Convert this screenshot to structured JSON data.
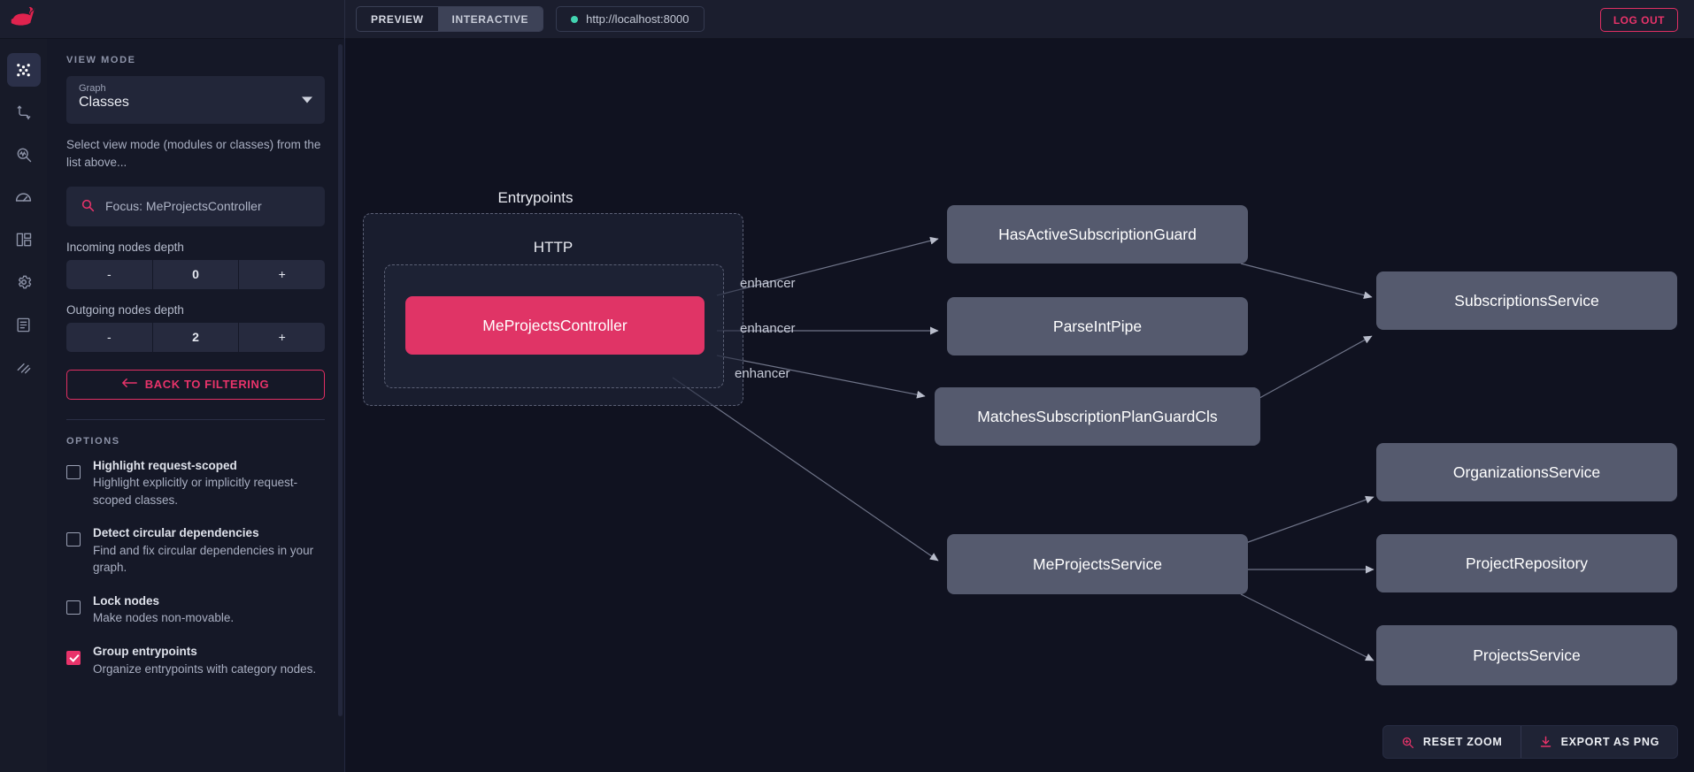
{
  "topbar": {
    "logo_icon": "nestjs-logo",
    "segments": [
      {
        "label": "PREVIEW",
        "active": false
      },
      {
        "label": "INTERACTIVE",
        "active": true
      }
    ],
    "url": "http://localhost:8000",
    "status_dot_color": "#42d3b0",
    "logout_label": "LOG OUT"
  },
  "rail": {
    "items": [
      {
        "icon": "graph-nodes-icon",
        "active": true
      },
      {
        "icon": "routes-icon",
        "active": false
      },
      {
        "icon": "inspect-analyze-icon",
        "active": false
      },
      {
        "icon": "gauge-icon",
        "active": false
      },
      {
        "icon": "modules-icon",
        "active": false
      },
      {
        "icon": "gear-icon",
        "active": false
      },
      {
        "icon": "document-icon",
        "active": false
      },
      {
        "icon": "layers-icon",
        "active": false
      }
    ]
  },
  "sidebar": {
    "view_mode_label": "VIEW MODE",
    "graph_select": {
      "label": "Graph",
      "value": "Classes"
    },
    "helper_text": "Select view mode (modules or classes) from the list above...",
    "focus": {
      "icon": "search-icon",
      "text": "Focus: MeProjectsController"
    },
    "incoming": {
      "label": "Incoming nodes depth",
      "minus": "-",
      "value": "0",
      "plus": "+"
    },
    "outgoing": {
      "label": "Outgoing nodes depth",
      "minus": "-",
      "value": "2",
      "plus": "+"
    },
    "back_button": {
      "icon": "arrow-left-icon",
      "label": "BACK TO FILTERING"
    },
    "options_label": "OPTIONS",
    "options": [
      {
        "title": "Highlight request-scoped",
        "desc": "Highlight explicitly or implicitly request-scoped classes.",
        "checked": false
      },
      {
        "title": "Detect circular dependencies",
        "desc": "Find and fix circular dependencies in your graph.",
        "checked": false
      },
      {
        "title": "Lock nodes",
        "desc": "Make nodes non-movable.",
        "checked": false
      },
      {
        "title": "Group entrypoints",
        "desc": "Organize entrypoints with category nodes.",
        "checked": true
      }
    ]
  },
  "graph": {
    "accent_color": "#e03466",
    "node_color": "#555a6e",
    "groups": [
      {
        "title": "Entrypoints"
      },
      {
        "title": "HTTP"
      }
    ],
    "nodes": [
      {
        "id": "MeProjectsController",
        "label": "MeProjectsController",
        "focus": true
      },
      {
        "id": "HasActiveSubscriptionGuard",
        "label": "HasActiveSubscriptionGuard",
        "focus": false
      },
      {
        "id": "ParseIntPipe",
        "label": "ParseIntPipe",
        "focus": false
      },
      {
        "id": "MatchesSubscriptionPlanGuardCls",
        "label": "MatchesSubscriptionPlanGuardCls",
        "focus": false
      },
      {
        "id": "MeProjectsService",
        "label": "MeProjectsService",
        "focus": false
      },
      {
        "id": "SubscriptionsService",
        "label": "SubscriptionsService",
        "focus": false
      },
      {
        "id": "OrganizationsService",
        "label": "OrganizationsService",
        "focus": false
      },
      {
        "id": "ProjectRepository",
        "label": "ProjectRepository",
        "focus": false
      },
      {
        "id": "ProjectsService",
        "label": "ProjectsService",
        "focus": false
      }
    ],
    "edge_labels": [
      "enhancer",
      "enhancer",
      "enhancer"
    ],
    "edges": [
      {
        "from": "MeProjectsController",
        "to": "HasActiveSubscriptionGuard",
        "label": "enhancer"
      },
      {
        "from": "MeProjectsController",
        "to": "ParseIntPipe",
        "label": "enhancer"
      },
      {
        "from": "MeProjectsController",
        "to": "MatchesSubscriptionPlanGuardCls",
        "label": "enhancer"
      },
      {
        "from": "MeProjectsController",
        "to": "MeProjectsService",
        "label": ""
      },
      {
        "from": "HasActiveSubscriptionGuard",
        "to": "SubscriptionsService",
        "label": ""
      },
      {
        "from": "MatchesSubscriptionPlanGuardCls",
        "to": "SubscriptionsService",
        "label": ""
      },
      {
        "from": "MeProjectsService",
        "to": "OrganizationsService",
        "label": ""
      },
      {
        "from": "MeProjectsService",
        "to": "ProjectRepository",
        "label": ""
      },
      {
        "from": "MeProjectsService",
        "to": "ProjectsService",
        "label": ""
      }
    ]
  },
  "zoom_bar": {
    "reset": {
      "icon": "zoom-reset-icon",
      "label": "RESET ZOOM"
    },
    "export": {
      "icon": "download-icon",
      "label": "EXPORT AS PNG"
    }
  }
}
